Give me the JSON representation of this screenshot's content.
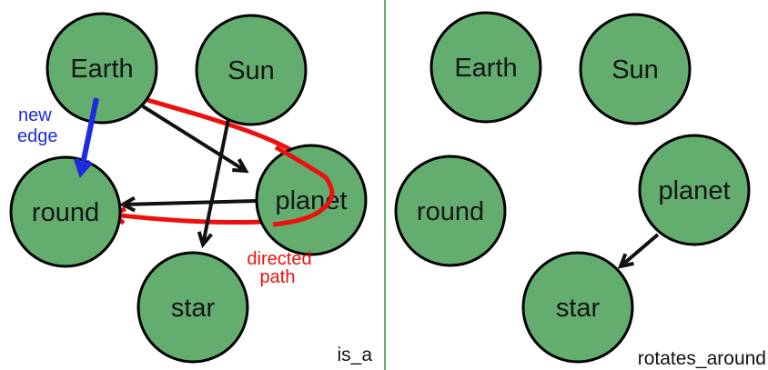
{
  "colors": {
    "background": "#ffffff",
    "node_fill": "#63ad6f",
    "node_stroke": "#000000",
    "edge_black": "#111111",
    "new_edge_blue": "#1c2be0",
    "directed_path_red": "#ee0f0f",
    "divider_green": "#63ad6f"
  },
  "left_graph": {
    "title": "is_a",
    "nodes": {
      "earth": "Earth",
      "sun": "Sun",
      "round": "round",
      "planet": "planet",
      "star": "star"
    },
    "edges": [
      {
        "from": "Earth",
        "to": "planet",
        "style": "black-arrow"
      },
      {
        "from": "Sun",
        "to": "star",
        "style": "black-arrow"
      },
      {
        "from": "planet",
        "to": "round",
        "style": "black-arrow"
      },
      {
        "from": "Earth",
        "to": "round",
        "style": "blue-arrow",
        "annotation": "new edge"
      },
      {
        "from": "Earth",
        "via": "planet",
        "to": "round",
        "style": "red-curve",
        "annotation": "directed path"
      }
    ],
    "annotations": {
      "new_edge": {
        "line1": "new",
        "line2": "edge"
      },
      "directed_path": {
        "line1": "directed",
        "line2": "path"
      }
    }
  },
  "right_graph": {
    "title": "rotates_around",
    "nodes": {
      "earth": "Earth",
      "sun": "Sun",
      "round": "round",
      "planet": "planet",
      "star": "star"
    },
    "edges": [
      {
        "from": "planet",
        "to": "star",
        "style": "black-arrow"
      }
    ]
  }
}
